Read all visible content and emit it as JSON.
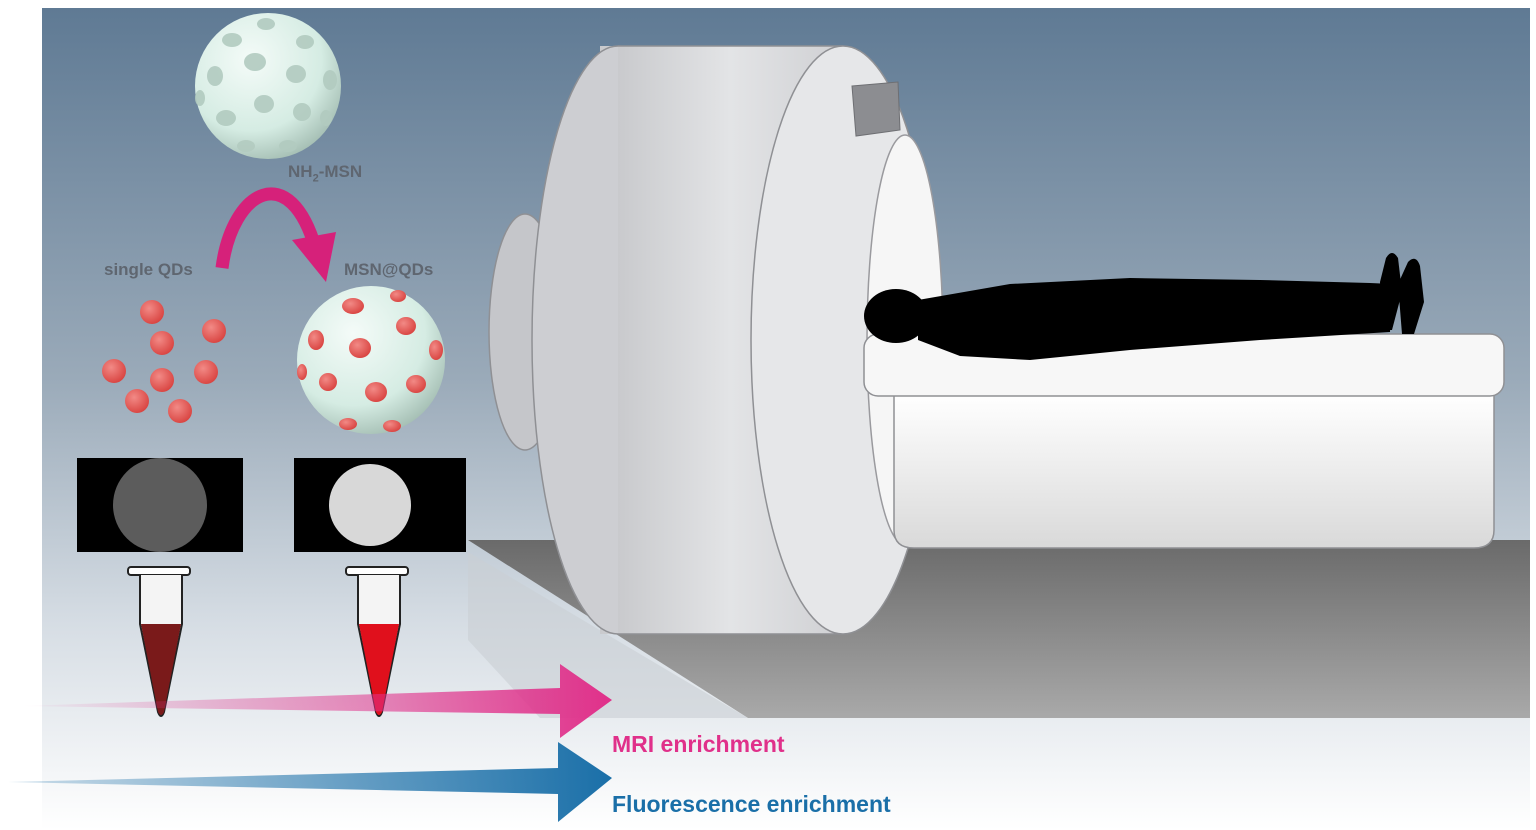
{
  "labels": {
    "nh2_msn_prefix": "NH",
    "nh2_msn_sub": "2",
    "nh2_msn_suffix": "-MSN",
    "single_qds": "single QDs",
    "msn_qds": "MSN@QDs",
    "mri_enrichment": "MRI enrichment",
    "fluorescence_enrichment": "Fluorescence enrichment"
  },
  "colors": {
    "background_top": "#5f7a94",
    "background_bottom": "#ffffff",
    "nanoparticle_shell": "#d9eee6",
    "quantum_dot": "#e8555a",
    "curved_arrow": "#d6217a",
    "mri_arrow": "#e0308a",
    "fluorescence_arrow": "#1a6fa8",
    "scanner_body": "#d7d8dc",
    "single_qds_mri_circle": "#5c5c5c",
    "msn_qds_mri_circle": "#d8d8d8",
    "single_qds_tube_liquid": "#7a1a1a",
    "msn_qds_tube_liquid": "#e0101c",
    "silhouette": "#000000"
  }
}
